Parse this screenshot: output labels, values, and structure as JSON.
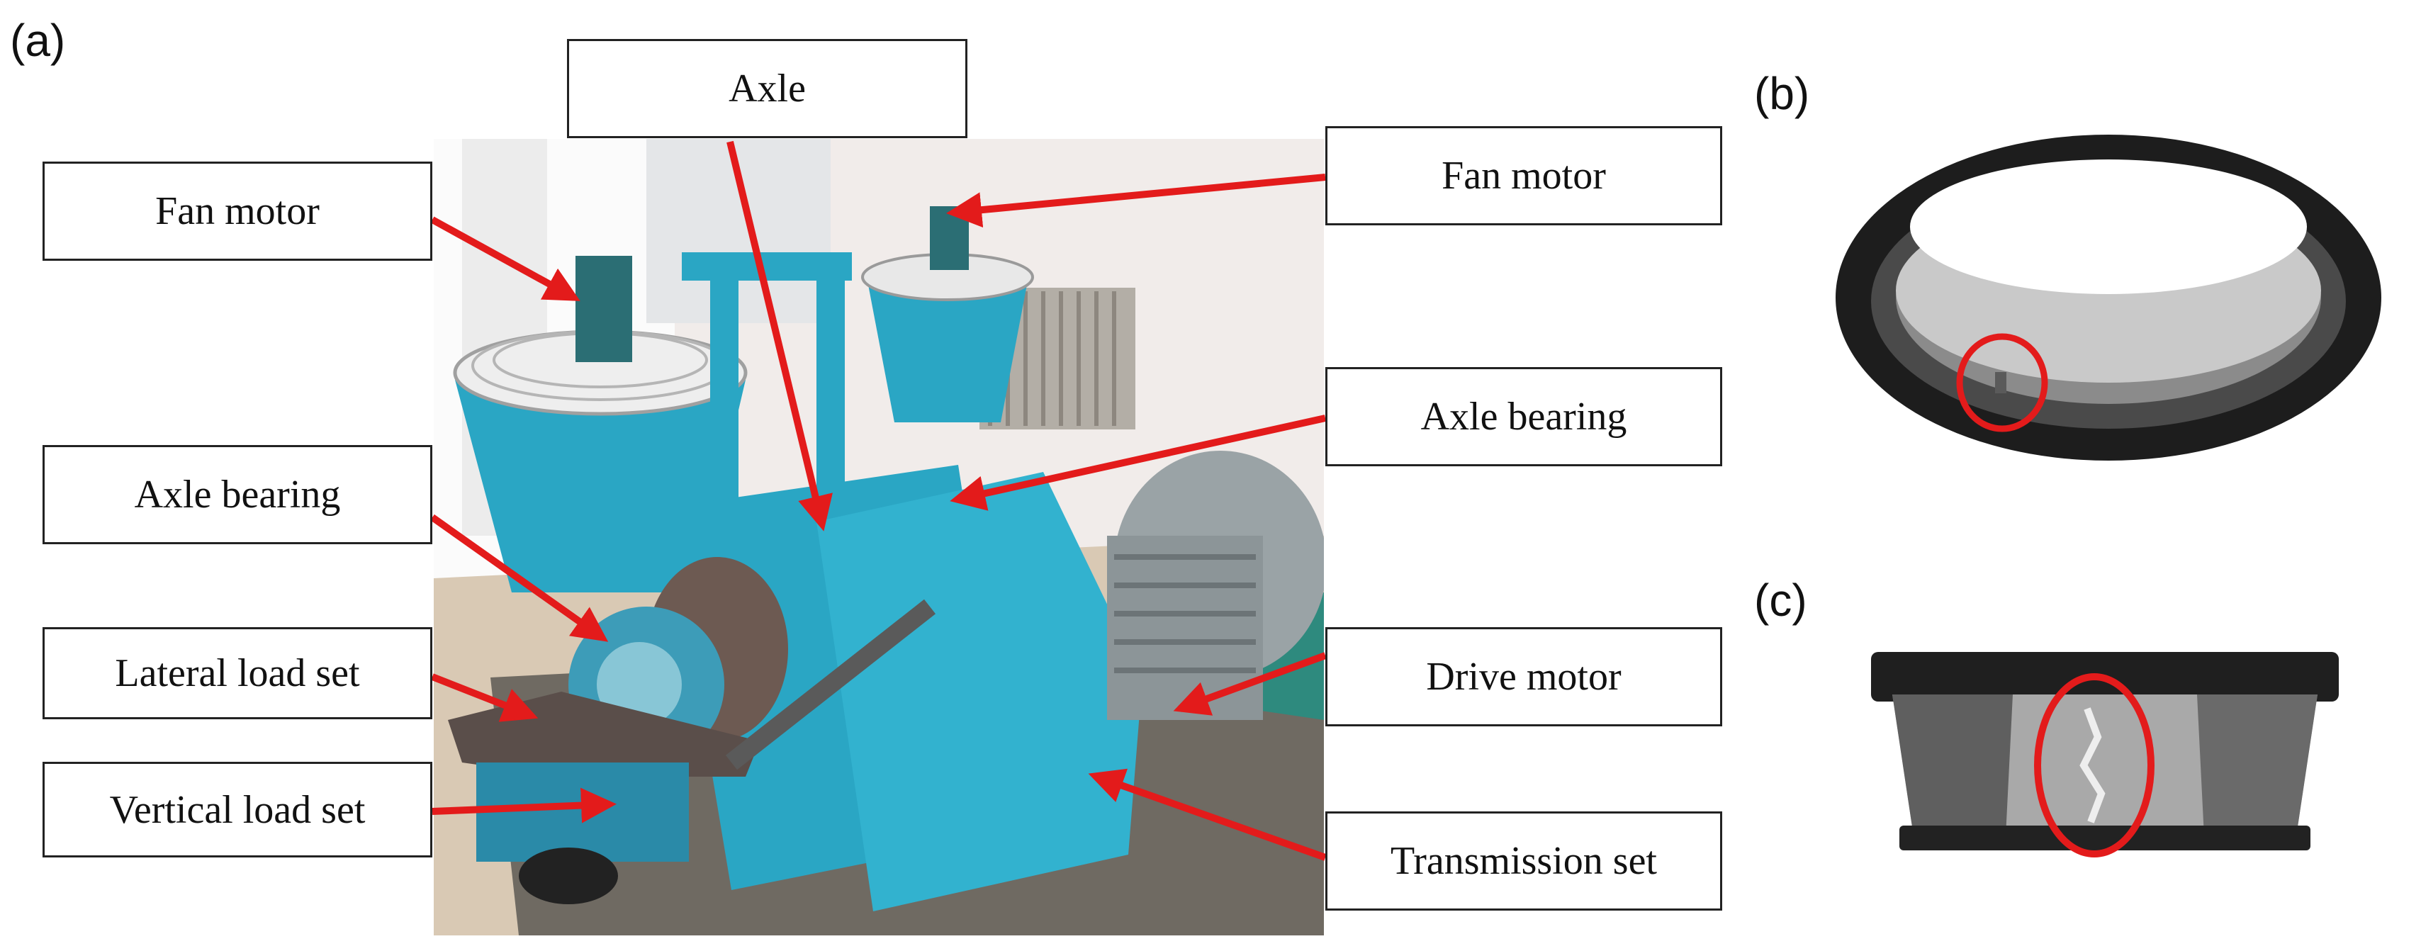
{
  "panels": {
    "a": "(a)",
    "b": "(b)",
    "c": "(c)"
  },
  "callouts": {
    "axle": "Axle",
    "fan_motor_left": "Fan motor",
    "fan_motor_right": "Fan motor",
    "axle_bearing_left": "Axle bearing",
    "axle_bearing_right": "Axle bearing",
    "lateral_load_set": "Lateral  load set",
    "vertical_load_set": "Vertical load set",
    "drive_motor": "Drive motor",
    "transmission_set": "Transmission set"
  },
  "colors": {
    "arrow": "#e31b1b",
    "machine": "#2aa6c4",
    "defect_circle": "#e31b1b"
  }
}
